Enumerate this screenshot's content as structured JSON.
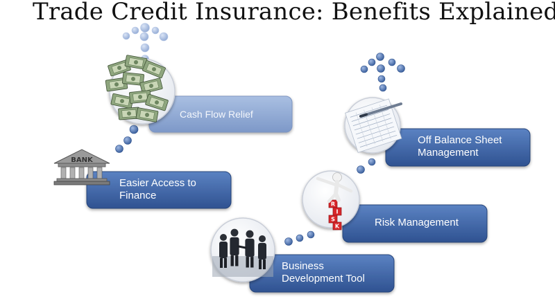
{
  "title": "Trade Credit Insurance: Benefits Explained",
  "colors": {
    "box_dark": "#3d62a0",
    "box_light": "#8fa9d4",
    "dot": "#4d73ad",
    "dot_light": "#a9bce0",
    "title_text": "#111111"
  },
  "nodes": [
    {
      "id": "cash-flow-relief",
      "label": "Cash Flow Relief",
      "icon": "money-stack-icon",
      "shade": "light"
    },
    {
      "id": "easier-access-to-finance",
      "label": "Easier Access to\nFinance",
      "icon": "bank-building-icon",
      "shade": "dark"
    },
    {
      "id": "off-balance-sheet-management",
      "label": "Off Balance Sheet\nManagement",
      "icon": "financial-document-pen-icon",
      "shade": "dark"
    },
    {
      "id": "risk-management",
      "label": "Risk Management",
      "icon": "figure-balancing-on-risk-blocks-icon",
      "shade": "dark"
    },
    {
      "id": "business-development-tool",
      "label": "Business\nDevelopment Tool",
      "icon": "business-people-handshake-icon",
      "shade": "dark"
    }
  ]
}
